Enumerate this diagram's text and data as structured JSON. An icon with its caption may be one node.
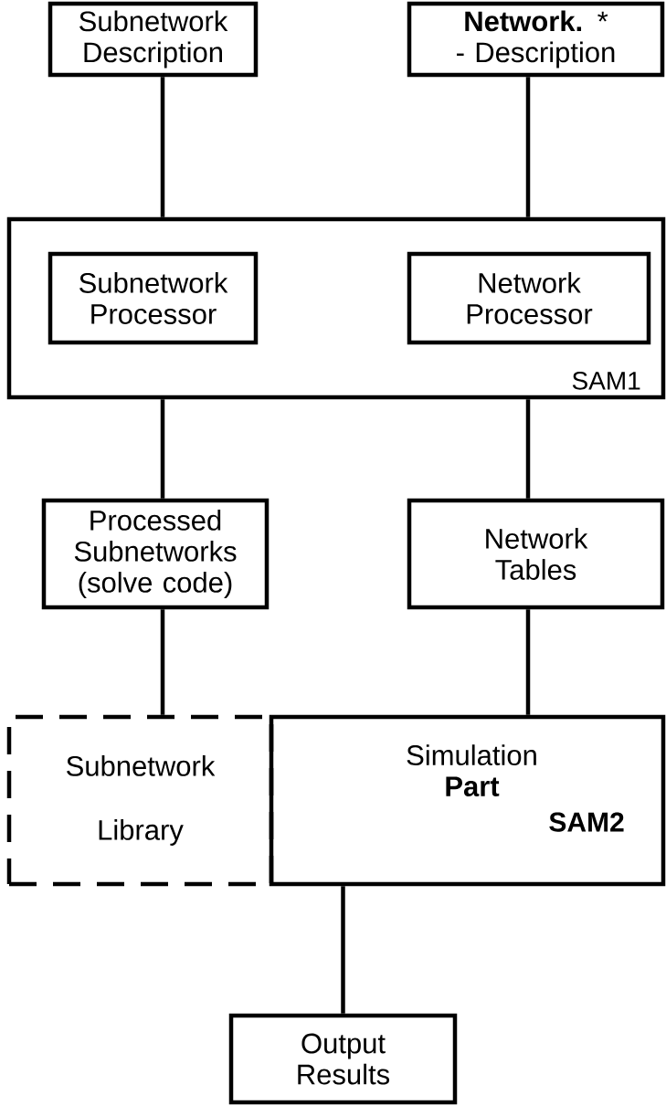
{
  "diagram": {
    "nodes": [
      {
        "text": [
          "Subnetwork Description"
        ]
      },
      {
        "text": [
          "**Network.** *",
          "- Description"
        ]
      },
      {
        "text": [
          "SAM1"
        ]
      },
      {
        "text": [
          "Subnetwork Processor"
        ],
        "in": 2
      },
      {
        "text": [
          "Network Processor"
        ],
        "in": 2
      },
      {
        "text": [
          "Processed Subnetworks (solve code)"
        ]
      },
      {
        "text": [
          "Network Tables"
        ]
      },
      {
        "text": [
          "Subnetwork Library"
        ]
      },
      {
        "text": [
          "Simulation **Part**",
          "SAM2"
        ]
      },
      {
        "text": [
          "Output Results"
        ]
      }
    ],
    "edges": [
      {
        "from": 0,
        "to": 2,
        "arrow": "none"
      },
      {
        "from": 1,
        "to": 2,
        "arrow": "none"
      },
      {
        "from": 2,
        "to": 5,
        "arrow": "none"
      },
      {
        "from": 2,
        "to": 6,
        "arrow": "none"
      },
      {
        "from": 5,
        "to": 7,
        "arrow": "none"
      },
      {
        "from": 6,
        "to": 8,
        "arrow": "none"
      },
      {
        "from": 8,
        "to": 9,
        "arrow": "none"
      }
    ]
  }
}
